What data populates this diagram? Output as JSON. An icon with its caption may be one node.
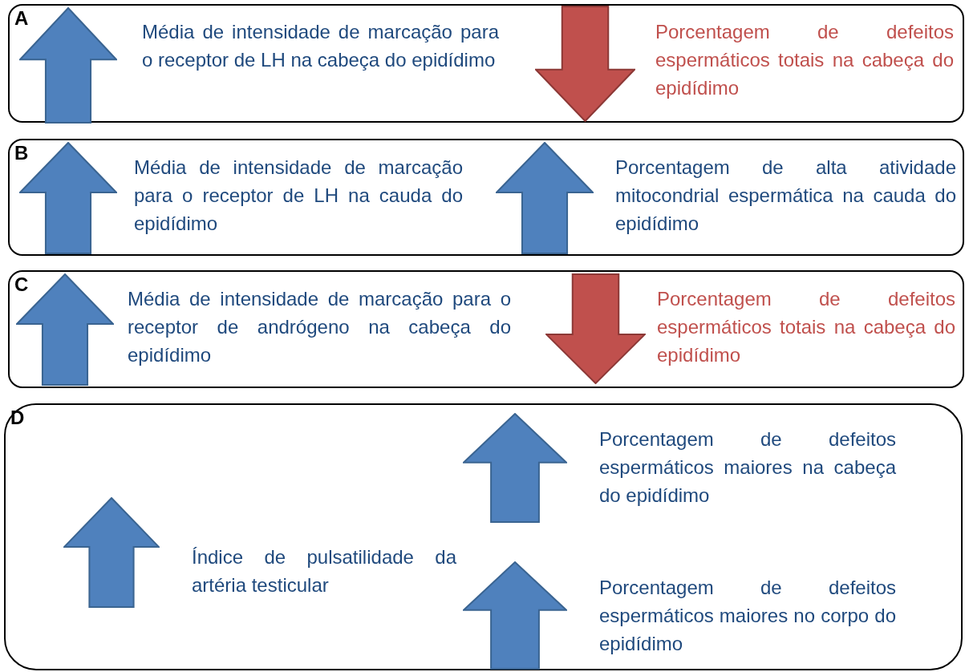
{
  "diagram": {
    "nodes": [
      {
        "text": [
          "A"
        ]
      },
      {
        "text": [],
        "shape": "uparrow",
        "in": 0
      },
      {
        "text": [
          "Média de intensidade de marcação para o receptor de LH na cabeça do epidídimo"
        ],
        "in": 0
      },
      {
        "text": [],
        "shape": "downarrow",
        "in": 0
      },
      {
        "text": [
          "Porcentagem de defeitos espermáticos totais na cabeça do epidídimo"
        ],
        "in": 0
      },
      {
        "text": [
          "B"
        ]
      },
      {
        "text": [],
        "shape": "uparrow",
        "in": 5
      },
      {
        "text": [
          "Média de intensidade de marcação para o receptor de LH na cauda do epidídimo"
        ],
        "in": 5
      },
      {
        "text": [],
        "shape": "uparrow",
        "in": 5
      },
      {
        "text": [
          "Porcentagem de alta atividade mitocondrial espermática na cauda do epidídimo"
        ],
        "in": 5
      },
      {
        "text": [
          "C"
        ]
      },
      {
        "text": [],
        "shape": "uparrow",
        "in": 10
      },
      {
        "text": [
          "Média de intensidade de marcação para o receptor de andrógeno na cabeça do epidídimo"
        ],
        "in": 10
      },
      {
        "text": [],
        "shape": "downarrow",
        "in": 10
      },
      {
        "text": [
          "Porcentagem de defeitos espermáticos totais na cabeça do epidídimo"
        ],
        "in": 10
      },
      {
        "text": [
          "D"
        ]
      },
      {
        "text": [],
        "shape": "uparrow",
        "in": 15
      },
      {
        "text": [
          "Índice de pulsatilidade da artéria testicular"
        ],
        "in": 15
      },
      {
        "text": [],
        "shape": "uparrow",
        "in": 15
      },
      {
        "text": [
          "Porcentagem de defeitos espermáticos maiores na cabeça do epidídimo"
        ],
        "in": 15
      },
      {
        "text": [],
        "shape": "uparrow",
        "in": 15
      },
      {
        "text": [
          "Porcentagem de defeitos espermáticos maiores no corpo do epidídimo"
        ],
        "in": 15
      }
    ],
    "edges": []
  }
}
